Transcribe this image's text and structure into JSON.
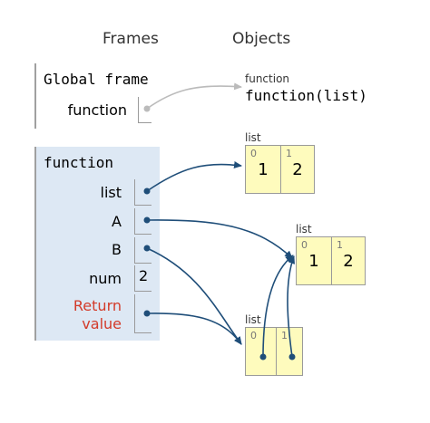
{
  "headers": {
    "frames": "Frames",
    "objects": "Objects"
  },
  "global_frame": {
    "title": "Global frame",
    "vars": [
      {
        "name": "function"
      }
    ]
  },
  "function_object": {
    "type": "function",
    "signature": "function(list)"
  },
  "call_frame": {
    "title": "function",
    "vars": [
      {
        "name": "list"
      },
      {
        "name": "A"
      },
      {
        "name": "B"
      },
      {
        "name": "num",
        "value": "2"
      },
      {
        "name_line1": "Return",
        "name_line2": "value"
      }
    ]
  },
  "objects": [
    {
      "type": "list",
      "cells": [
        {
          "index": "0",
          "value": "1"
        },
        {
          "index": "1",
          "value": "2"
        }
      ]
    },
    {
      "type": "list",
      "cells": [
        {
          "index": "0",
          "value": "1"
        },
        {
          "index": "1",
          "value": "2"
        }
      ]
    },
    {
      "type": "list",
      "cells": [
        {
          "index": "0",
          "value": ""
        },
        {
          "index": "1",
          "value": ""
        }
      ]
    }
  ],
  "colors": {
    "frame_bg": "#dde8f4",
    "cell_bg": "#fefbbd",
    "arrow": "#1f4e79",
    "global_arrow": "#bbbbbb",
    "return_label": "#d33b2a"
  }
}
